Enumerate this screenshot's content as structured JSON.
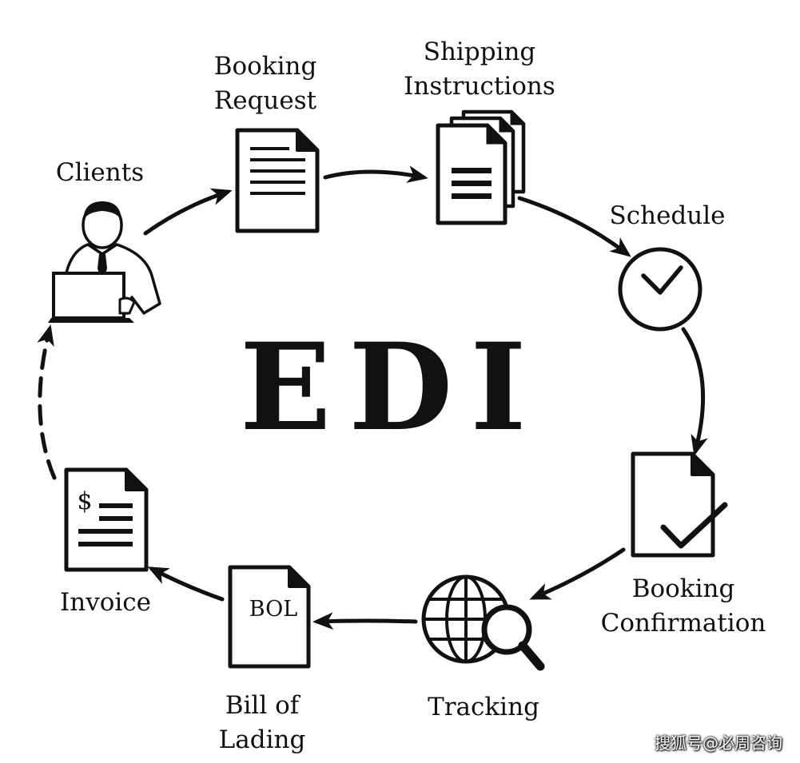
{
  "center_title": "EDI",
  "steps": [
    {
      "id": "clients",
      "lines": [
        "Clients"
      ],
      "icon": "person-laptop-icon"
    },
    {
      "id": "booking-request",
      "lines": [
        "Booking",
        "Request"
      ],
      "icon": "document-icon"
    },
    {
      "id": "shipping-instructions",
      "lines": [
        "Shipping",
        "Instructions"
      ],
      "icon": "stacked-documents-icon"
    },
    {
      "id": "schedule",
      "lines": [
        "Schedule"
      ],
      "icon": "clock-icon"
    },
    {
      "id": "booking-confirmation",
      "lines": [
        "Booking",
        "Confirmation"
      ],
      "icon": "document-check-icon"
    },
    {
      "id": "tracking",
      "lines": [
        "Tracking"
      ],
      "icon": "globe-magnifier-icon"
    },
    {
      "id": "bill-of-lading",
      "lines": [
        "Bill of",
        "Lading"
      ],
      "icon": "bol-document-icon"
    },
    {
      "id": "invoice",
      "lines": [
        "Invoice"
      ],
      "icon": "invoice-document-icon"
    }
  ],
  "icon_text": {
    "bol": "BOL",
    "invoice_symbol": "$"
  },
  "watermark": "搜狐号@必周咨询",
  "colors": {
    "ink": "#111111",
    "background": "#ffffff"
  }
}
